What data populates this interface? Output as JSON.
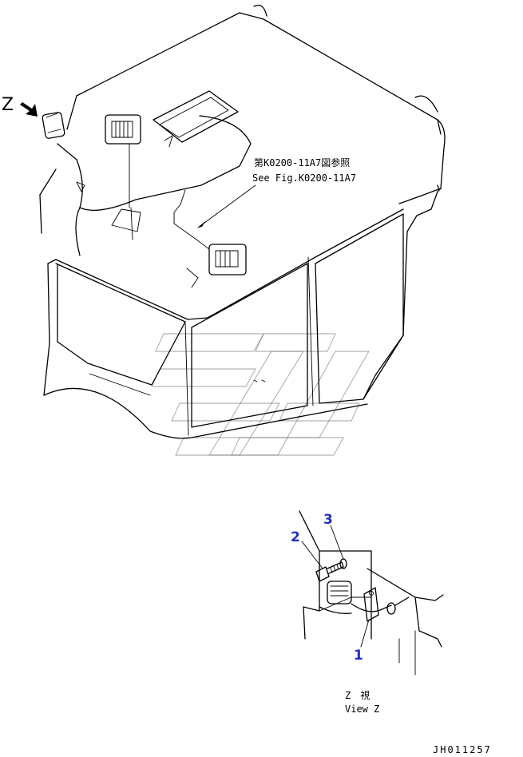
{
  "view_marker": "Z",
  "reference_note": {
    "ja": "第K0200-11A7図参照",
    "en": "See Fig.K0200-11A7"
  },
  "callouts": [
    {
      "number": "1",
      "part": "lamp-bracket"
    },
    {
      "number": "2",
      "part": "bolt"
    },
    {
      "number": "3",
      "part": "washer"
    }
  ],
  "view_caption": {
    "ja": "Z　視",
    "en": "View Z"
  },
  "drawing_code": "JH011257",
  "colors": {
    "line": "#000000",
    "callout": "#2030c0",
    "watermark": "#888888"
  }
}
